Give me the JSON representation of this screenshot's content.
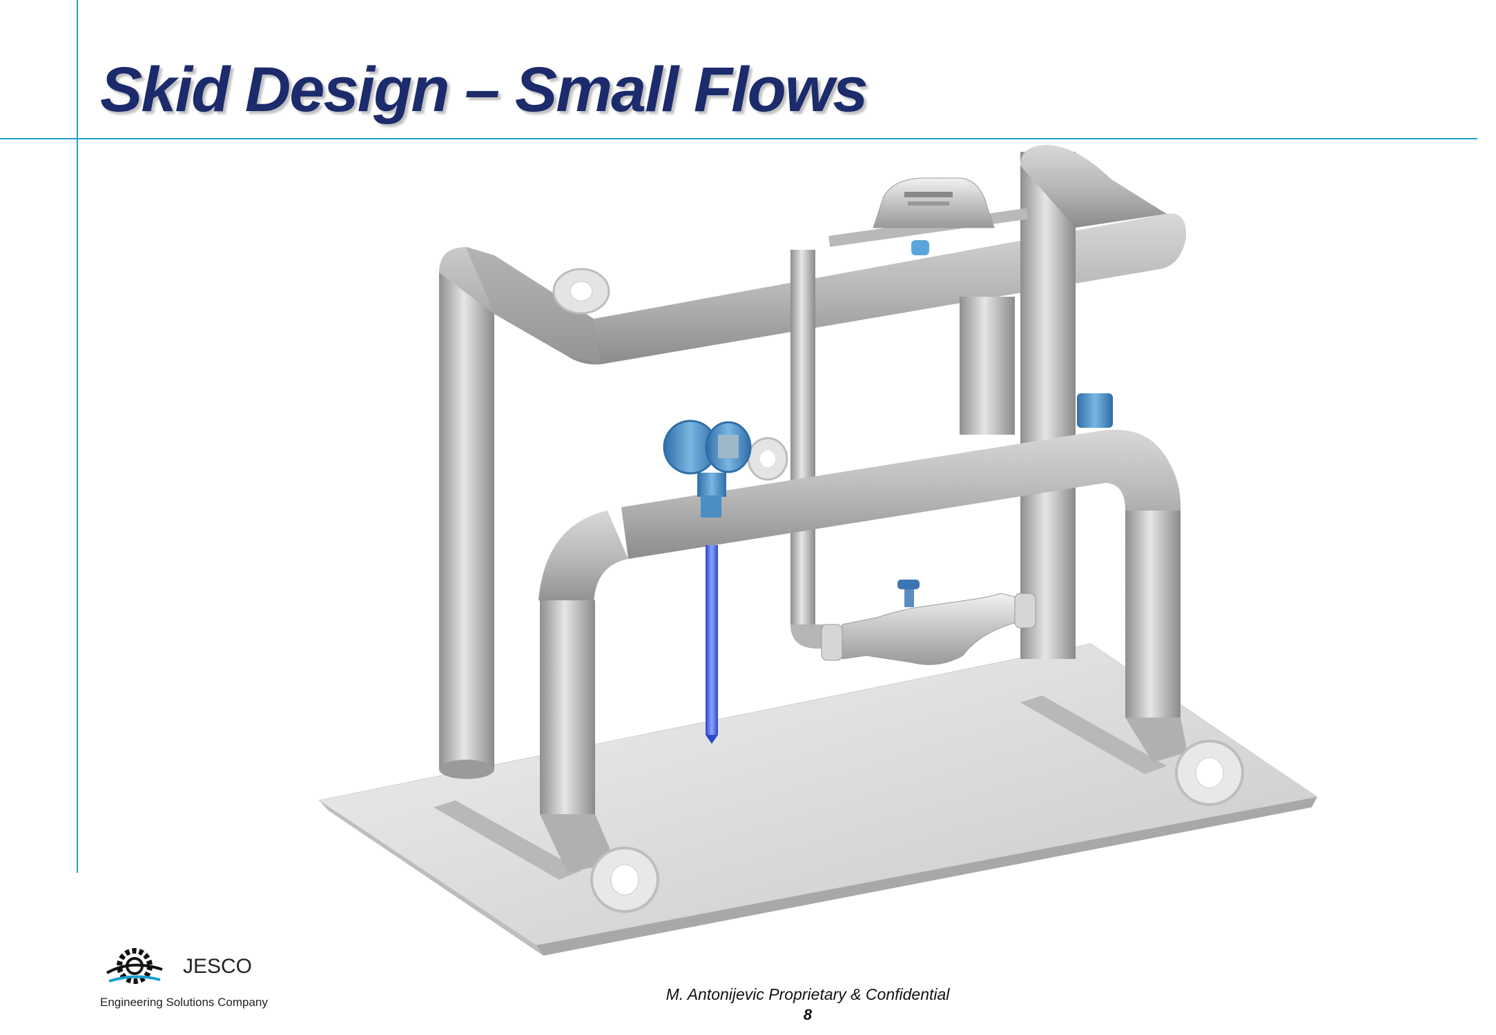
{
  "slide": {
    "title": "Skid Design – Small Flows",
    "footer_text": "M. Antonijevic Proprietary & Confidential",
    "page_number": "8"
  },
  "logo": {
    "name": "JESCO",
    "tagline": "Engineering Solutions Company"
  },
  "colors": {
    "title": "#1b2b6b",
    "rule_lines": "#1aa0d0",
    "pipe": "#b4b4b4",
    "transmitter": "#4a8ec4"
  }
}
